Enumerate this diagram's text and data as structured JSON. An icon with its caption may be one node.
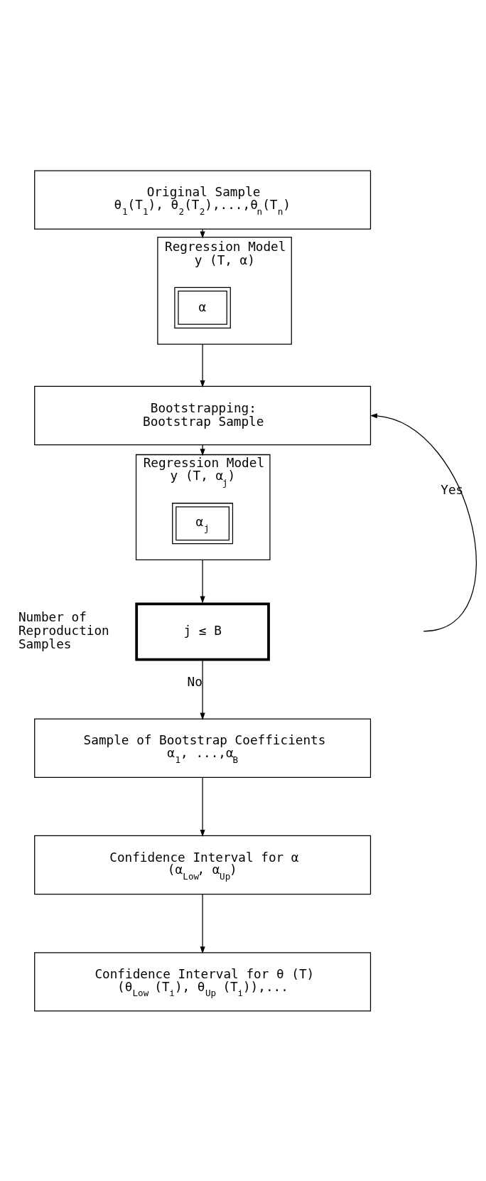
{
  "diagram": {
    "nodes": [
      {
        "text": [
          "Original Sample",
          "θ$_{1}$(T$_{1}$), θ$_{2}$(T$_{2}$),...,θ$_{n}$(T$_{n}$)"
        ]
      },
      {
        "text": [
          "Regression Model",
          "y (T, α)"
        ]
      },
      {
        "text": [
          "α"
        ],
        "in": 1
      },
      {
        "text": [
          "Bootstrapping:",
          "Bootstrap Sample"
        ]
      },
      {
        "text": [
          "Regression Model",
          "y (T, α$_{j}$)"
        ]
      },
      {
        "text": [
          "α$_{j}$"
        ],
        "in": 4
      },
      {
        "text": [
          "j ≤ B"
        ],
        "beside": [
          "Number of Reproduction Samples"
        ]
      },
      {
        "text": [
          "Sample of Bootstrap Coefficients",
          "α$_{1}$, ...,α$_{B}$"
        ]
      },
      {
        "text": [
          "Confidence Interval for α",
          "(α$_{Low}$, α$_{Up}$)"
        ]
      },
      {
        "text": [
          "Confidence Interval for θ (T)",
          "(θ$_{Low}$ (T$_{i}$), θ$_{Up}$ (T$_{i}$)),..."
        ]
      }
    ],
    "edges": [
      {
        "from": 0,
        "to": 1,
        "arrow": "to"
      },
      {
        "from": 1,
        "to": 3,
        "arrow": "to"
      },
      {
        "from": 3,
        "to": 4,
        "arrow": "to"
      },
      {
        "from": 4,
        "to": 6,
        "arrow": "to"
      },
      {
        "from": 6,
        "to": 3,
        "arrow": "to",
        "label": "Yes"
      },
      {
        "from": 6,
        "to": 7,
        "arrow": "to",
        "label": "No"
      },
      {
        "from": 7,
        "to": 8,
        "arrow": "to"
      },
      {
        "from": 8,
        "to": 9,
        "arrow": "to"
      }
    ]
  }
}
